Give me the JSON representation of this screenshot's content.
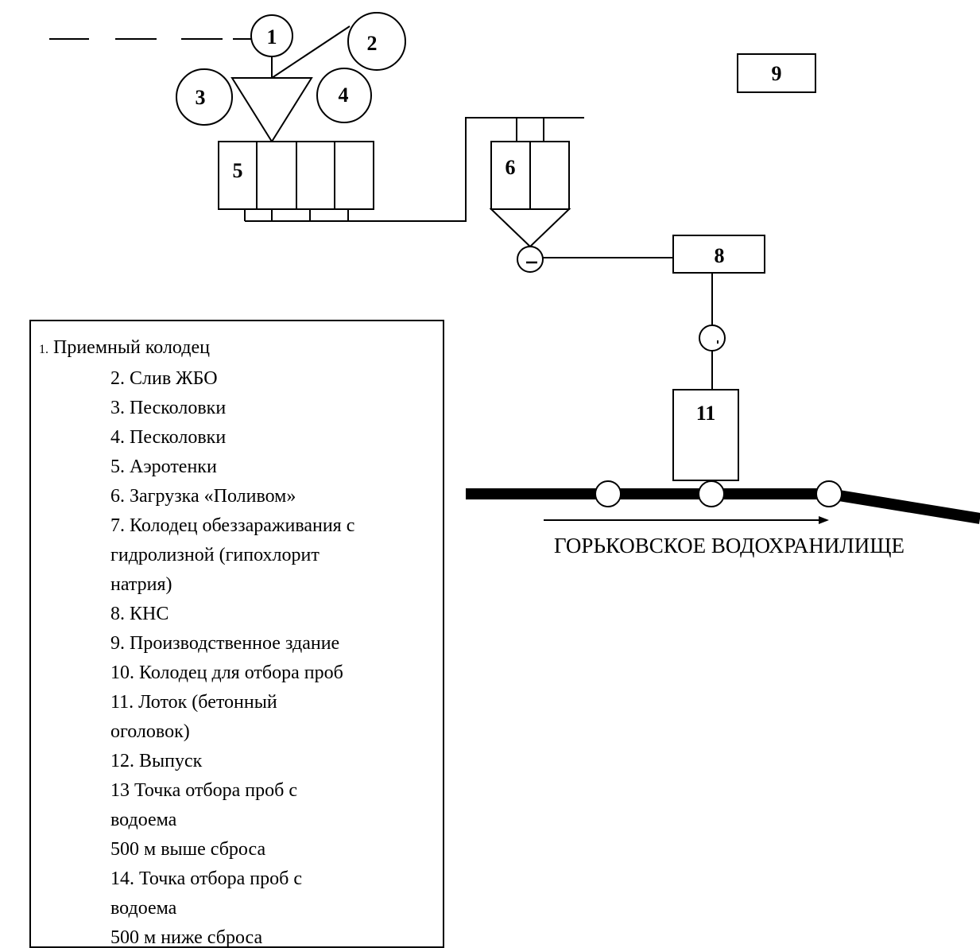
{
  "diagram": {
    "nodes": {
      "n1": "1",
      "n2": "2",
      "n3": "3",
      "n4": "4",
      "n5": "5",
      "n6": "6",
      "n8": "8",
      "n9": "9",
      "n11": "11"
    },
    "river_label": "ГОРЬКОВСКОЕ ВОДОХРАНИЛИЩЕ"
  },
  "legend": {
    "first_number": "1.",
    "first_text": "Приемный колодец",
    "lines": [
      "2. Слив ЖБО",
      "3. Песколовки",
      "4. Песколовки",
      "5. Аэротенки",
      "6. Загрузка «Поливом»",
      "7. Колодец обеззараживания с",
      "гидролизной (гипохлорит",
      "натрия)",
      "8. КНС",
      "9. Производственное здание",
      "10. Колодец для отбора проб",
      "11. Лоток (бетонный",
      "оголовок)",
      "12. Выпуск",
      "13 Точка отбора проб с",
      "водоема",
      "500 м выше сброса",
      "14. Точка отбора проб с",
      "водоема",
      "500 м ниже сброса"
    ]
  }
}
